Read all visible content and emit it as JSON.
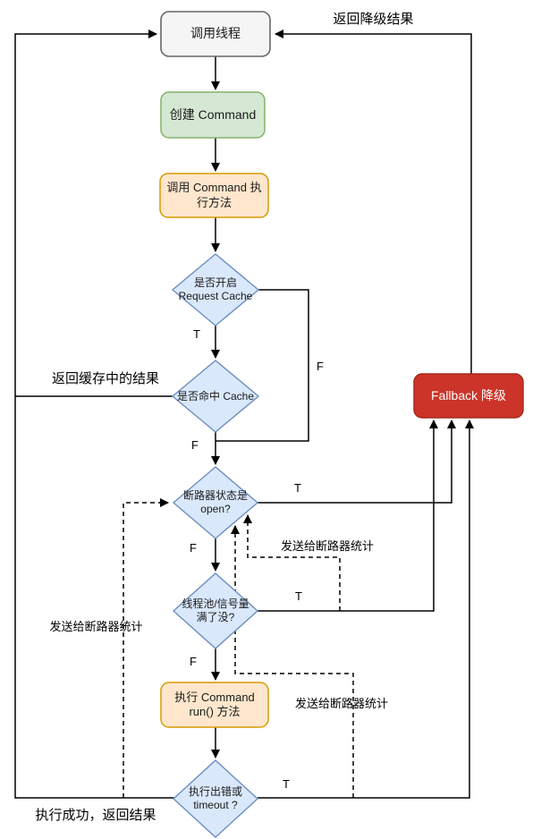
{
  "diagram": {
    "nodes": [
      {
        "id": "caller-thread",
        "label": "调用线程"
      },
      {
        "id": "create-command",
        "label": "创建 Command"
      },
      {
        "id": "invoke-command",
        "label": "调用 Command 执行方法"
      },
      {
        "id": "request-cache-enabled",
        "label": "是否开启\nRequest Cache"
      },
      {
        "id": "cache-hit",
        "label": "是否命中 Cache"
      },
      {
        "id": "fallback",
        "label": "Fallback 降级"
      },
      {
        "id": "circuit-open",
        "label": "断路器状态是\nopen?"
      },
      {
        "id": "pool-full",
        "label": "线程池/信号量\n满了没?"
      },
      {
        "id": "run-command",
        "label": "执行 Command\nrun() 方法"
      },
      {
        "id": "error-or-timeout",
        "label": "执行出错或\ntimeout ?"
      }
    ],
    "edge_labels": {
      "return_fallback_result": "返回降级结果",
      "return_cached_result": "返回缓存中的结果",
      "send_stats_left": "发送给断路器统计",
      "send_stats_middle": "发送给断路器统计",
      "send_stats_right": "发送给断路器统计",
      "success_return_result": "执行成功，返回结果"
    },
    "branch_labels": {
      "d1_true": "T",
      "d1_false": "F",
      "d2_false": "F",
      "d3_true": "T",
      "d3_false": "F",
      "d4_true": "T",
      "d4_false": "F",
      "d5_true": "T"
    },
    "colors": {
      "node_gray_fill": "#f5f5f5",
      "node_gray_border": "#666666",
      "node_green_fill": "#d5e8d4",
      "node_green_border": "#82b366",
      "node_orange_fill": "#ffe6cc",
      "node_orange_border": "#d79b00",
      "node_blue_fill": "#dae8fc",
      "node_blue_border": "#6c8ebf",
      "node_red_fill": "#cc3429",
      "node_red_border": "#a8281e",
      "line_color": "#000000"
    }
  }
}
